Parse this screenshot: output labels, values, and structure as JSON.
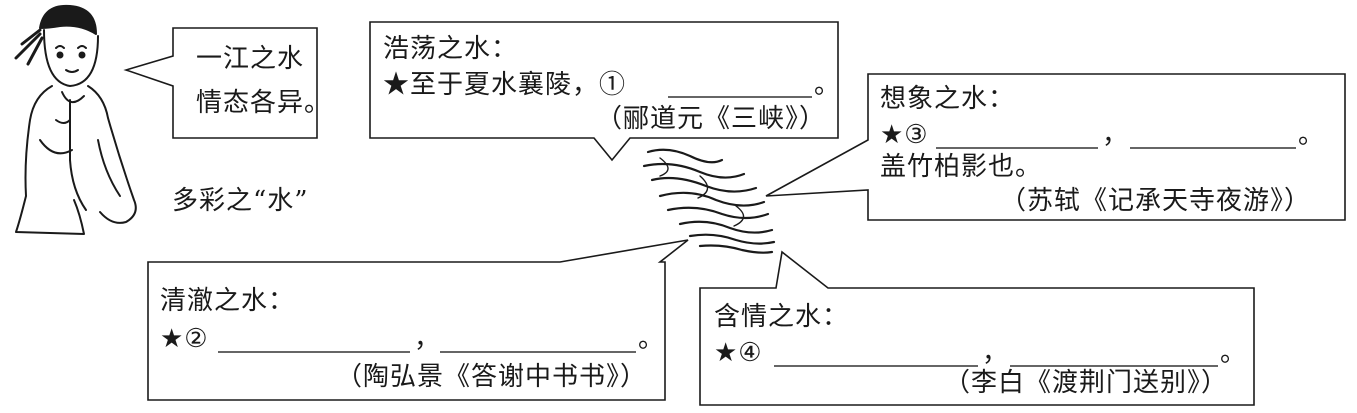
{
  "speech": {
    "line1": "一江之水",
    "line2": "情态各异。"
  },
  "center_title": "多彩之“水”",
  "boxes": {
    "b1": {
      "heading": "浩荡之水：",
      "prefix": "★至于夏水襄陵，①",
      "end": "。",
      "source": "（郦道元《三峡》）"
    },
    "b2": {
      "heading": "想象之水：",
      "prefix": "★③",
      "comma": "，",
      "end": "。",
      "line3": "盖竹柏影也。",
      "source": "（苏轼《记承天寺夜游》）"
    },
    "b3": {
      "heading": "清澈之水：",
      "prefix": "★②",
      "comma": "，",
      "end": "。",
      "source": "（陶弘景《答谢中书书》）"
    },
    "b4": {
      "heading": "含情之水：",
      "prefix": "★④",
      "comma": "，",
      "end": "。",
      "source": "（李白《渡荆门送别》）"
    }
  },
  "colors": {
    "ink": "#1a1a1a",
    "paper": "#ffffff"
  }
}
